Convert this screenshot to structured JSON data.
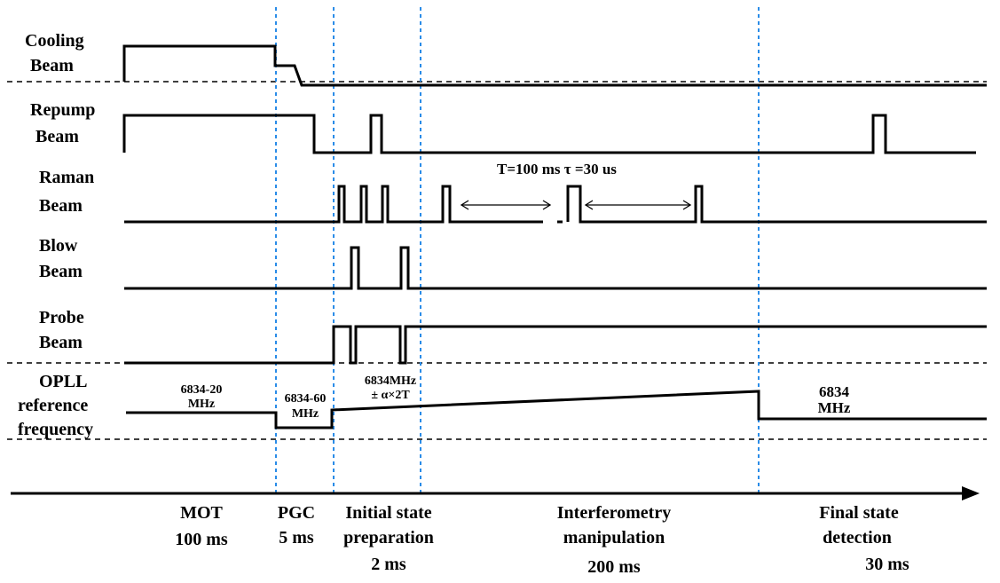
{
  "channels": [
    {
      "line1": "Cooling",
      "line2": "Beam"
    },
    {
      "line1": "Repump",
      "line2": "Beam"
    },
    {
      "line1": "Raman",
      "line2": "Beam"
    },
    {
      "line1": "Blow",
      "line2": "Beam"
    },
    {
      "line1": "Probe",
      "line2": "Beam"
    },
    {
      "line1": "OPLL",
      "line2": "reference",
      "line3": "frequency"
    }
  ],
  "annotations": {
    "raman_timing": "T=100 ms τ =30 us",
    "freq_mot_1": "6834-20",
    "freq_mot_2": "MHz",
    "freq_pgc_1": "6834-60",
    "freq_pgc_2": "MHz",
    "freq_interf_1": "6834MHz",
    "freq_interf_2": "± α×2T",
    "freq_detect_1": "6834",
    "freq_detect_2": "MHz"
  },
  "phases": [
    {
      "line1": "MOT",
      "line2": "100 ms"
    },
    {
      "line1": "PGC",
      "line2": "5 ms"
    },
    {
      "line1": "Initial state",
      "line2": "preparation",
      "line3": "2 ms"
    },
    {
      "line1": "Interferometry",
      "line2": "manipulation",
      "line3": "200 ms"
    },
    {
      "line1": "Final state",
      "line2": "detection",
      "line3": "30 ms"
    }
  ],
  "colors": {
    "phase_divider": "#2a8ce8",
    "signal": "#000000"
  }
}
